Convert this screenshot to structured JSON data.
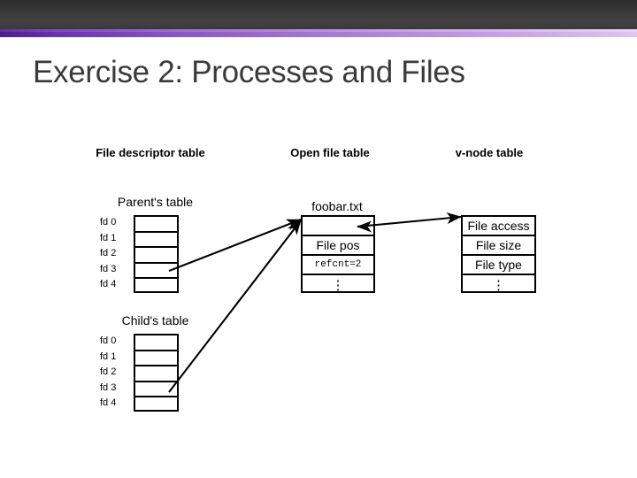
{
  "slide": {
    "title": "Exercise 2: Processes and Files",
    "accent_dark": "#3a3a3a",
    "accent_purple_left": "#4c1f8c",
    "accent_purple_right": "#ddc6f0",
    "background": "#ffffff"
  },
  "columns": {
    "fd_table_heading": "File descriptor table",
    "open_file_heading": "Open file table",
    "vnode_heading": "v-node table"
  },
  "parent": {
    "caption": "Parent's table",
    "rows": [
      {
        "label": "fd 0",
        "value": ""
      },
      {
        "label": "fd 1",
        "value": ""
      },
      {
        "label": "fd 2",
        "value": ""
      },
      {
        "label": "fd 3",
        "value": ""
      },
      {
        "label": "fd 4",
        "value": ""
      }
    ]
  },
  "child": {
    "caption": "Child's table",
    "rows": [
      {
        "label": "fd 0",
        "value": ""
      },
      {
        "label": "fd 1",
        "value": ""
      },
      {
        "label": "fd 2",
        "value": ""
      },
      {
        "label": "fd 3",
        "value": ""
      },
      {
        "label": "fd 4",
        "value": ""
      }
    ]
  },
  "open_file": {
    "caption": "foobar.txt",
    "rows": [
      {
        "text": "",
        "style": "blank"
      },
      {
        "text": "File pos",
        "style": "text"
      },
      {
        "text": "refcnt=2",
        "style": "mono"
      },
      {
        "text": "⋮",
        "style": "dots"
      }
    ]
  },
  "vnode": {
    "rows": [
      {
        "text": "File access",
        "style": "text"
      },
      {
        "text": "File size",
        "style": "text"
      },
      {
        "text": "File type",
        "style": "text"
      },
      {
        "text": "⋮",
        "style": "dots"
      }
    ]
  },
  "connectors": [
    {
      "name": "parent-fd3-to-open-file",
      "from": "parent fd 3",
      "to": "foobar.txt entry"
    },
    {
      "name": "child-fd3-to-open-file",
      "from": "child fd 3",
      "to": "foobar.txt entry"
    },
    {
      "name": "open-file-to-vnode",
      "from": "foobar.txt entry",
      "to": "v-node entry"
    }
  ]
}
